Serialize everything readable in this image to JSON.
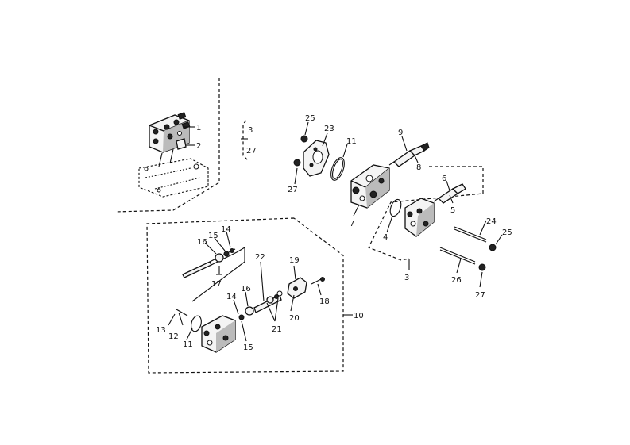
{
  "labels": {
    "l1": "1",
    "l2": "2",
    "bracket_top": "3",
    "bracket_bottom": "27",
    "l25a": "25",
    "l23": "23",
    "l11a": "11",
    "l27a": "27",
    "l9": "9",
    "l8": "8",
    "l7": "7",
    "l6": "6",
    "l5": "5",
    "l4": "4",
    "l24": "24",
    "l25b": "25",
    "l3": "3",
    "l26": "26",
    "l27b": "27",
    "l16a": "16",
    "l15a": "15",
    "l14a": "14",
    "l17": "17",
    "l19": "19",
    "l22": "22",
    "l16b": "16",
    "l14b": "14",
    "l18": "18",
    "l21": "21",
    "l20": "20",
    "l10": "10",
    "l13": "13",
    "l12": "12",
    "l11b": "11",
    "l15b": "15"
  }
}
